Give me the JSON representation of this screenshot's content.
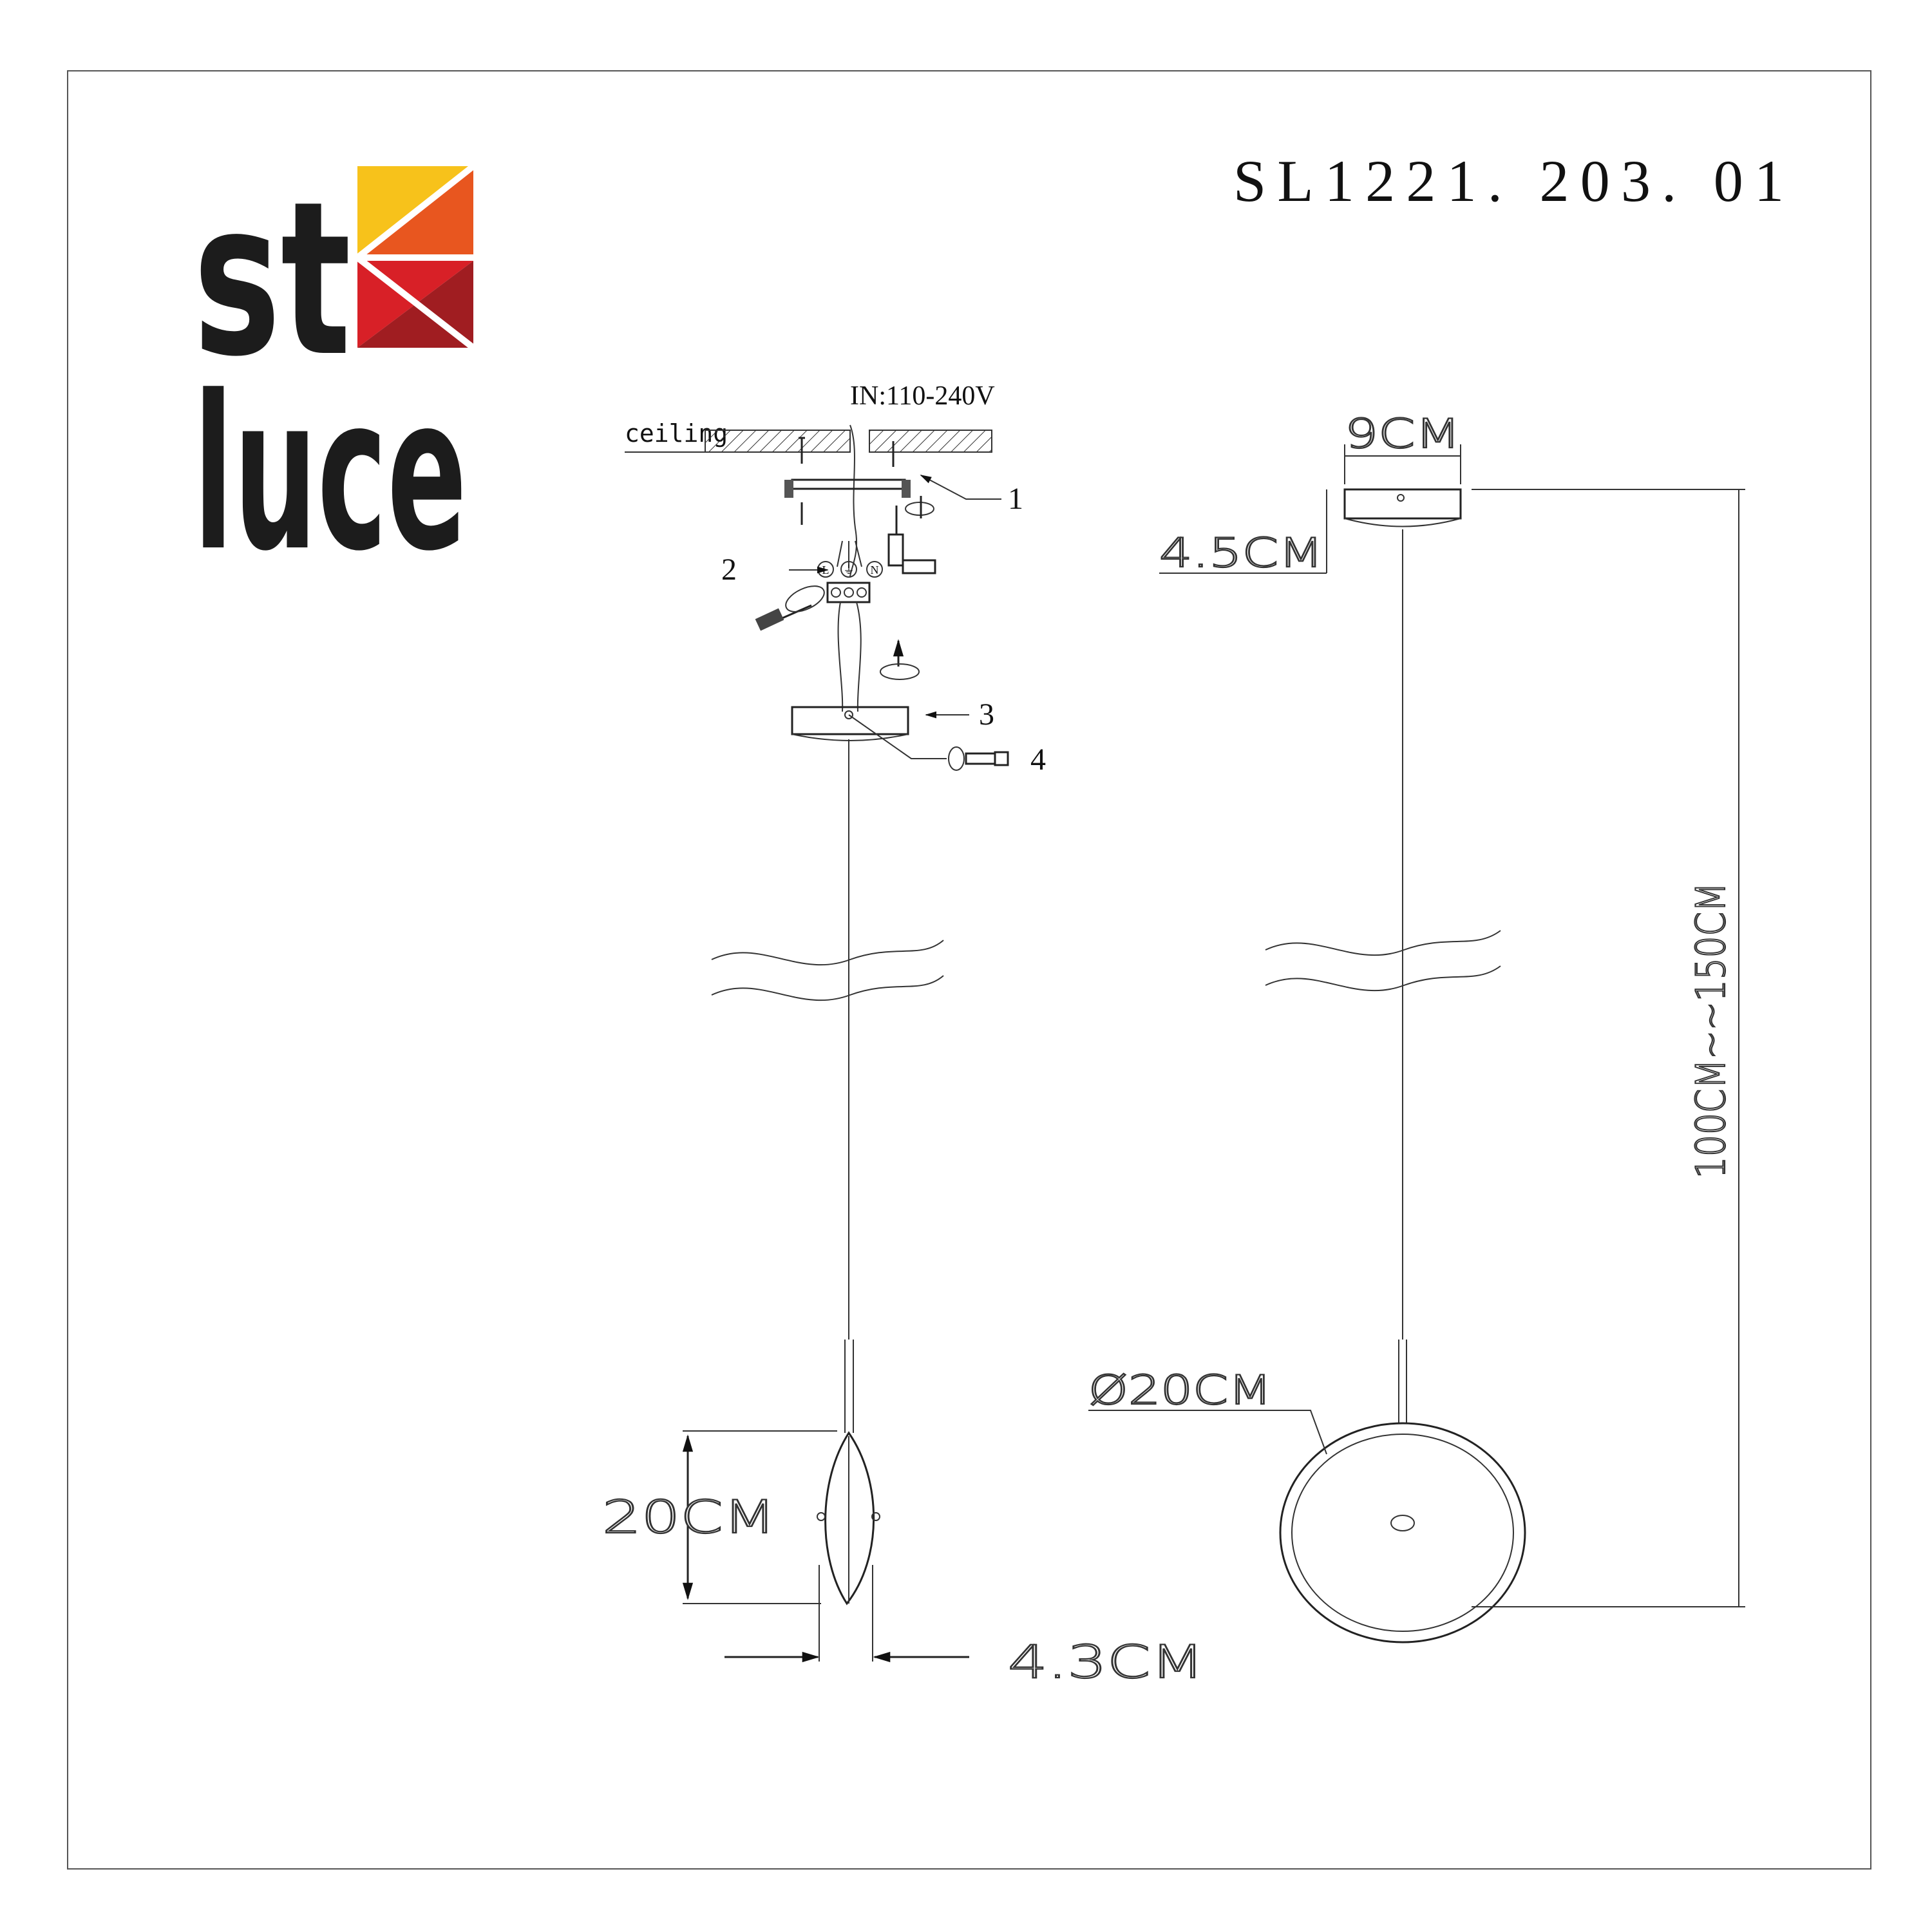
{
  "brand": {
    "line1": "st",
    "line2": "luce"
  },
  "model": "SL1221. 203. 01",
  "install": {
    "voltage": "IN:110-240V",
    "ceiling": "ceiling",
    "callouts": [
      "1",
      "2",
      "3",
      "4"
    ],
    "terminals": [
      "L",
      "⏚",
      "N"
    ]
  },
  "dims": {
    "canopy_width": "9CM",
    "canopy_height": "4.5CM",
    "drop": "100CM~~150CM",
    "shade_diameter": "Ø20CM",
    "shade_height": "20CM",
    "shade_depth": "4.3CM"
  },
  "colors": {
    "logo_yellow": "#f7c21b",
    "logo_orange": "#e8561f",
    "logo_red": "#d82027",
    "logo_darkred": "#a01d21"
  }
}
